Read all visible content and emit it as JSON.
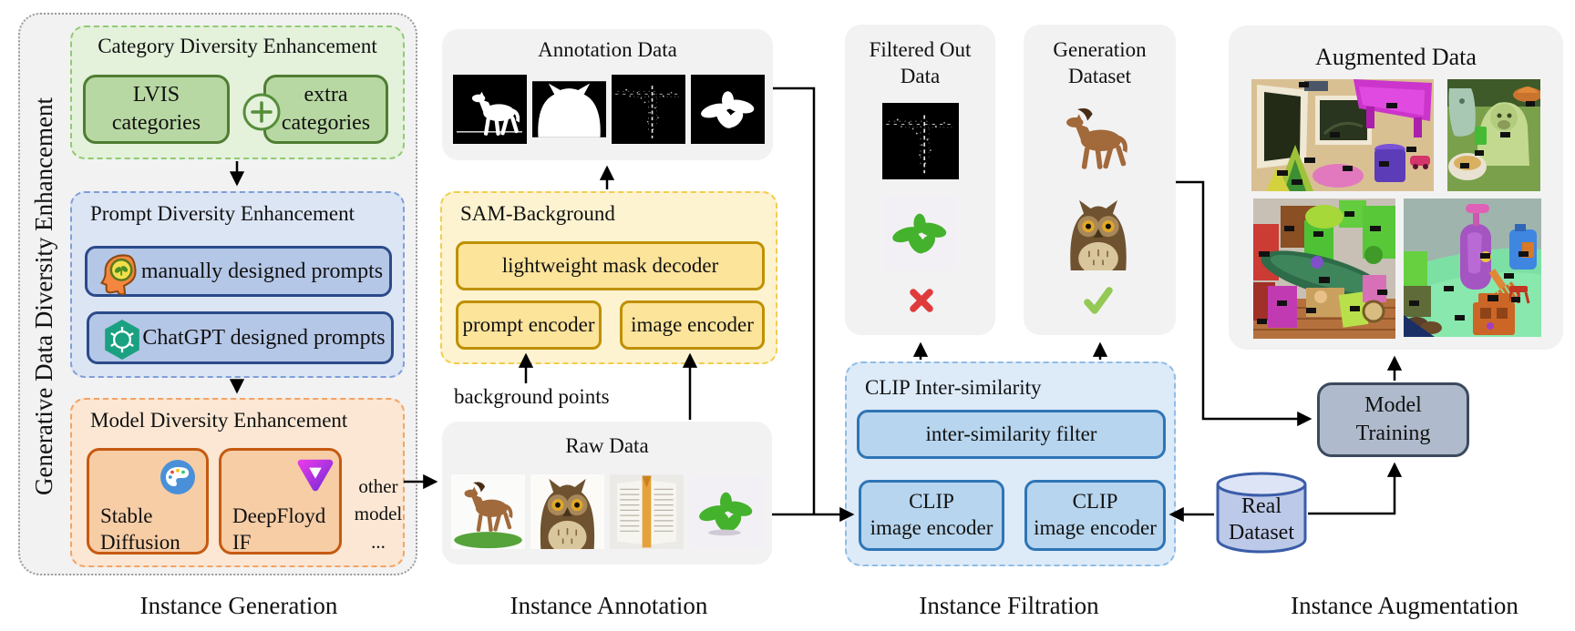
{
  "title_left": "Generative Data Diversity Enhancement",
  "stages": {
    "generation": "Instance Generation",
    "annotation": "Instance Annotation",
    "filtration": "Instance Filtration",
    "augmentation": "Instance Augmentation"
  },
  "category": {
    "title": "Category Diversity Enhancement",
    "lvis_line1": "LVIS",
    "lvis_line2": "categories",
    "plus": "+",
    "extra_line1": "extra",
    "extra_line2": "categories"
  },
  "prompt": {
    "title": "Prompt Diversity Enhancement",
    "manual_label": "manually designed prompts",
    "chatgpt_label": "ChatGPT designed prompts"
  },
  "model": {
    "title": "Model Diversity Enhancement",
    "sd_line1": "Stable",
    "sd_line2": "Diffusion",
    "df_line1": "DeepFloyd",
    "df_line2": "IF",
    "other_line1": "other",
    "other_line2": "model",
    "other_line3": "..."
  },
  "annotation_data": {
    "title": "Annotation Data"
  },
  "sam": {
    "title": "SAM-Background",
    "decoder": "lightweight mask decoder",
    "prompt_encoder": "prompt encoder",
    "image_encoder": "image encoder",
    "background_points": "background points"
  },
  "raw": {
    "title": "Raw Data"
  },
  "filtered": {
    "line1": "Filtered Out",
    "line2": "Data"
  },
  "generation_dataset": {
    "line1": "Generation",
    "line2": "Dataset"
  },
  "clip": {
    "title": "CLIP Inter-similarity",
    "filter": "inter-similarity filter",
    "enc1_line1": "CLIP",
    "enc1_line2": "image encoder",
    "enc2_line1": "CLIP",
    "enc2_line2": "image encoder"
  },
  "augmented": {
    "title": "Augmented Data"
  },
  "training": {
    "line1": "Model",
    "line2": "Training"
  },
  "real_dataset": {
    "line1": "Real",
    "line2": "Dataset"
  },
  "colors": {
    "reject_cross": "#df3b3b",
    "accept_check": "#93c954",
    "green_accent": "#4f7d33",
    "blue_accent": "#2a4a8a",
    "orange_accent": "#c55a11",
    "yellow_accent": "#bf9000",
    "clip_accent": "#2e75b6",
    "training_fill": "#afbacc",
    "dataset_fill": "#bcc9e8"
  }
}
